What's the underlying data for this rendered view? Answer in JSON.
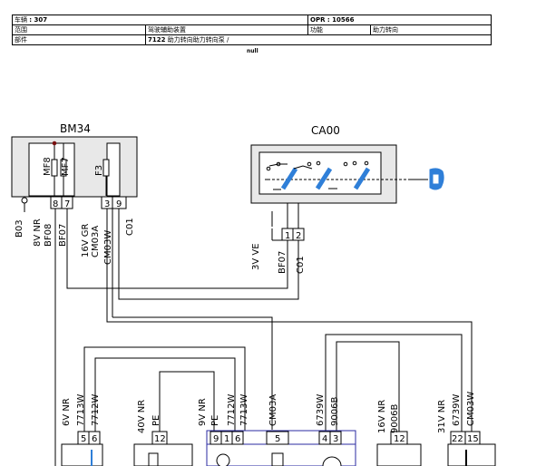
{
  "header": {
    "r1": {
      "label": "车辆",
      "value": ": 307",
      "opr": "OPR : 10566"
    },
    "r2": {
      "label": "范围",
      "value": "驾驶辅助装置",
      "func_label": "功能",
      "func_value": "助力转向"
    },
    "r3": {
      "label": "部件",
      "code": "7122",
      "value": "助力转向助力转向泵 /"
    },
    "note": "null"
  },
  "components": {
    "bm34": {
      "name": "BM34",
      "fuse_mf8": "MF8",
      "fuse_mf7": "MF7",
      "fuse_f3": "F3",
      "pins": [
        "8",
        "7",
        "3",
        "9"
      ],
      "ground": "B03",
      "wires": [
        "8V NR",
        "BF08",
        "BF07",
        "16V GR",
        "CM03A",
        "CM03W",
        "C01"
      ]
    },
    "ca00": {
      "name": "CA00",
      "pins": [
        "1",
        "2"
      ],
      "wires": [
        "3V VE",
        "BF07",
        "C01"
      ]
    },
    "bottom": {
      "c1": {
        "wire_a": "6V NR",
        "wire_b": "7713W",
        "wire_c": "7712W",
        "pins": [
          "5",
          "6"
        ]
      },
      "c2": {
        "wire_a": "40V NR",
        "wire_b": "PE",
        "pins": [
          "12"
        ]
      },
      "c3": {
        "wire_a": "9V NR",
        "wire_b": "PE",
        "wire_c": "7712W",
        "wire_d": "7713W",
        "pins": [
          "9",
          "1",
          "6"
        ]
      },
      "c4": {
        "wire_a": "CM03A",
        "pins": [
          "5"
        ]
      },
      "c5": {
        "wire_a": "6739W",
        "wire_b": "9006B",
        "pins": [
          "4",
          "3"
        ]
      },
      "c6": {
        "wire_a": "16V NR",
        "wire_b": "9006B",
        "pins": [
          "12"
        ]
      },
      "c7": {
        "wire_a": "31V NR",
        "wire_b": "6739W",
        "wire_c": "CM03W",
        "pins": [
          "22",
          "15"
        ]
      }
    }
  },
  "colors": {
    "line": "#000000",
    "accent": "#2f7fd8",
    "frame": "#2a2aa0",
    "fill": "#e8e8e8"
  }
}
